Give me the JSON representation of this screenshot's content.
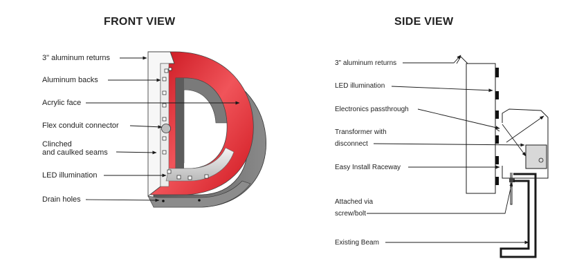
{
  "front": {
    "title": "FRONT VIEW",
    "labels": [
      "3\" aluminum returns",
      "Aluminum backs",
      "Acrylic face",
      "Flex conduit connector",
      "Clinched",
      "and caulked seams",
      "LED illumination",
      "Drain holes"
    ]
  },
  "side": {
    "title": "SIDE VIEW",
    "labels": [
      "3\" aluminum returns",
      "LED illumination",
      "Electronics passthrough",
      "Transformer with",
      "disconnect",
      "Easy Install Raceway",
      "Attached via",
      "screw/bolt",
      "Existing Beam"
    ]
  },
  "colors": {
    "face_red": "#e8343c",
    "return_gray": "#6e6e6e",
    "line": "#1a1a1a"
  }
}
